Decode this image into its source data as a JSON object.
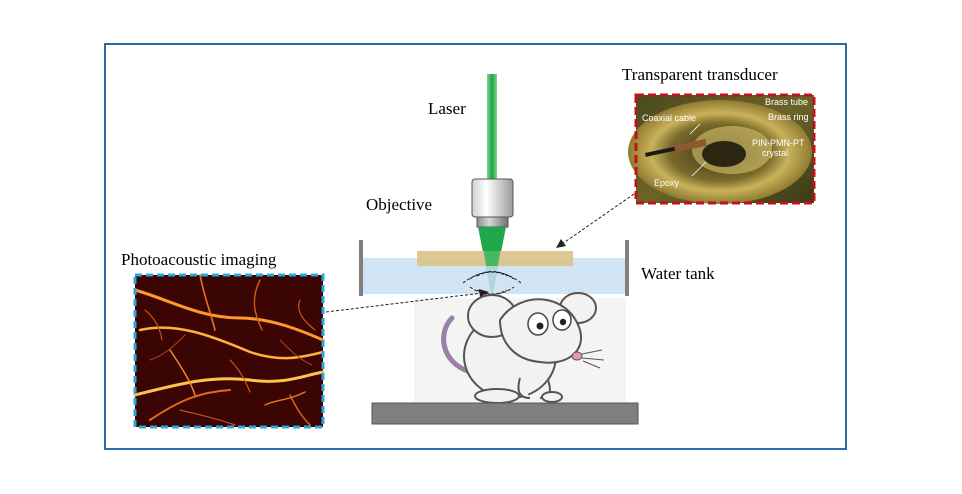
{
  "labels": {
    "laser": "Laser",
    "objective": "Objective",
    "water_tank": "Water tank",
    "photoacoustic_imaging": "Photoacoustic imaging",
    "transparent_transducer": "Transparent transducer"
  },
  "transducer_photo_labels": {
    "brass_tube": "Brass tube",
    "brass_ring": "Brass ring",
    "coaxial_cable": "Coaxial cable",
    "crystal_line1": "PIN-PMN-PT",
    "crystal_line2": "crystal",
    "epoxy": "Epoxy"
  },
  "colors": {
    "frame_border": "#2e6aa6",
    "laser_beam": "#22b14c",
    "transducer_layer": "#d9c387",
    "water": "#c9dff2",
    "inset_border_red": "#c0121a",
    "inset_border_blue": "#2aa7e0",
    "platform": "#7f7f7f"
  },
  "icons": {
    "laser": "green-laser-beam",
    "objective": "microscope-objective-icon",
    "transducer": "transducer-ring-photo",
    "imaging": "vasculature-image",
    "subject": "mouse-icon",
    "acoustic_waves": "acoustic-wave-arcs"
  }
}
